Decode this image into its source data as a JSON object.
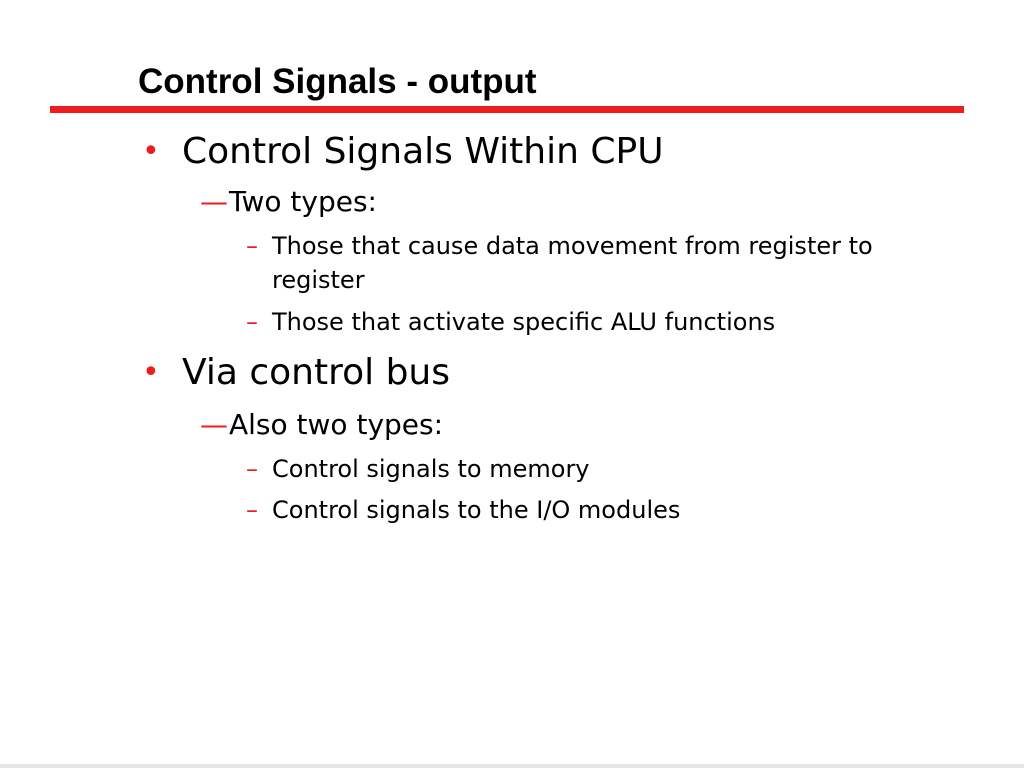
{
  "slide": {
    "title": "Control Signals - output",
    "accent_color": "#ee1c1c"
  },
  "content": {
    "item1": {
      "text": "Control Signals Within CPU",
      "marker": "•",
      "sub": {
        "text": "Two types:",
        "marker": "—",
        "points": [
          {
            "marker": "–",
            "text": "Those that cause data movement from register to register"
          },
          {
            "marker": "–",
            "text": "Those that activate specific ALU functions"
          }
        ]
      }
    },
    "item2": {
      "text": "Via control bus",
      "marker": "•",
      "sub": {
        "text": "Also two types:",
        "marker": "—",
        "points": [
          {
            "marker": "–",
            "text": "Control signals to memory"
          },
          {
            "marker": "–",
            "text": "Control signals to the I/O modules"
          }
        ]
      }
    }
  }
}
